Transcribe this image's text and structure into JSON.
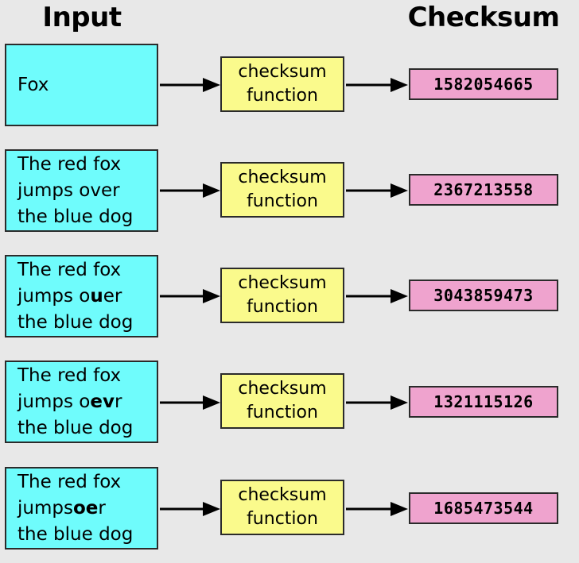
{
  "headers": {
    "input": "Input",
    "checksum": "Checksum"
  },
  "function_label": "checksum\nfunction",
  "colors": {
    "background": "#e8e8e8",
    "input_box": "#6ffcfc",
    "function_box": "#fafa8c",
    "checksum_box": "#efa3ce",
    "border": "#2b2b2b",
    "text": "#000000"
  },
  "rows": [
    {
      "input_html": "Fox",
      "input_plain": "Fox",
      "function": "checksum\nfunction",
      "checksum": "1582054665"
    },
    {
      "input_html": "The red fox\njumps over\nthe blue dog",
      "input_plain": "The red fox jumps over the blue dog",
      "function": "checksum\nfunction",
      "checksum": "2367213558"
    },
    {
      "input_html": "The red fox\njumps o<b>u</b>er\nthe blue dog",
      "input_plain": "The red fox jumps ouer the blue dog",
      "function": "checksum\nfunction",
      "checksum": "3043859473"
    },
    {
      "input_html": "The red fox\njumps o<b>ev</b>r\nthe blue dog",
      "input_plain": "The red fox jumps oevr the blue dog",
      "function": "checksum\nfunction",
      "checksum": "1321115126"
    },
    {
      "input_html": "The red fox\njumps<b>oe</b>r\nthe blue dog",
      "input_plain": "The red fox jumpsoer the blue dog",
      "function": "checksum\nfunction",
      "checksum": "1685473544"
    }
  ],
  "layout": {
    "input_box_tops": [
      55,
      188,
      321,
      454,
      588
    ],
    "input_box_heights": [
      104,
      104,
      104,
      104,
      104
    ],
    "fn_box_tops": [
      71,
      204,
      337,
      470,
      604
    ],
    "fn_box_height": 70,
    "sum_box_tops": [
      86,
      219,
      352,
      486,
      620
    ],
    "arrow_tops": [
      97,
      230,
      363,
      497,
      631
    ]
  }
}
